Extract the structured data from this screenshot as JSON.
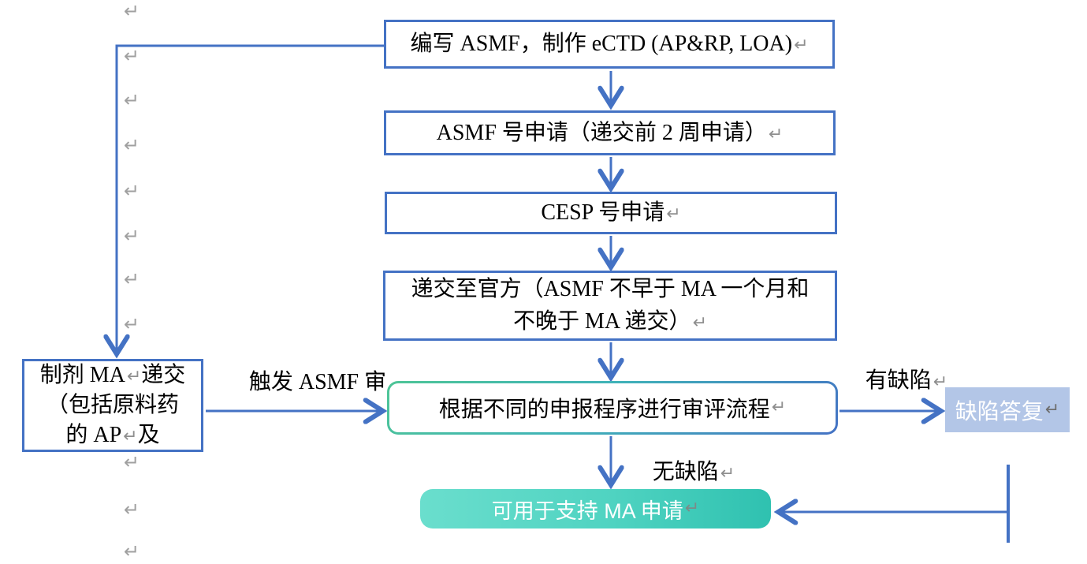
{
  "marks": {
    "return": "↵"
  },
  "boxes": {
    "write_asmf": {
      "text": "编写 ASMF，制作 eCTD (AP&RP, LOA)"
    },
    "asmf_number": {
      "text": "ASMF 号申请（递交前 2 周申请）"
    },
    "cesp": {
      "text": "CESP 号申请"
    },
    "submit_official": {
      "line1": "递交至官方（ASMF 不早于 MA 一个月和",
      "line2": "不晚于 MA 递交）"
    },
    "ma_submit": {
      "line1a": "制剂 MA",
      "line1b": "递交",
      "line2": "（包括原料药",
      "line3a": "的 AP",
      "line3b": "及"
    },
    "review": {
      "text": "根据不同的申报程序进行审评流程"
    },
    "deficiency_reply": {
      "text": "缺陷答复"
    },
    "support_ma": {
      "text": "可用于支持 MA 申请"
    }
  },
  "edge_labels": {
    "trigger_review": "触发 ASMF 审",
    "has_deficiency": "有缺陷",
    "no_deficiency": "无缺陷"
  },
  "colors": {
    "line_blue": "#4472C4",
    "reply_fill": "#b3c6e7",
    "teal_fill_start": "#6adecd",
    "teal_fill_end": "#2fc1b0",
    "gradient_border_start": "#4ec596",
    "gradient_border_end": "#4472C4",
    "mark_gray": "#a0a0a0"
  }
}
